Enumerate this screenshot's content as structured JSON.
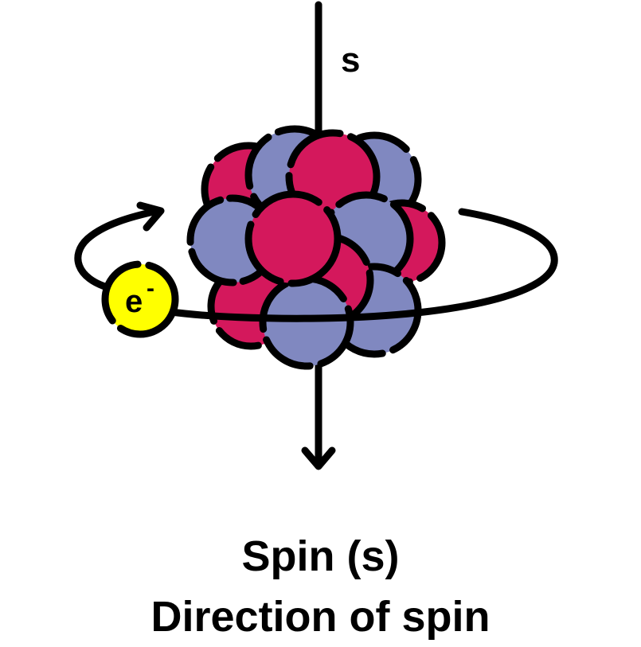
{
  "diagram": {
    "axis_label": "s",
    "electron_label": "e",
    "electron_charge": "-",
    "caption_line1": "Spin (s)",
    "caption_line2": "Direction of spin"
  },
  "colors": {
    "proton": "#d4185c",
    "neutron": "#8088c0",
    "electron": "#ffff00",
    "stroke": "#000000",
    "background": "#ffffff"
  },
  "icons": {
    "rotation_arrow": "curved-arrow-icon",
    "axis_arrow": "arrow-down-icon"
  }
}
